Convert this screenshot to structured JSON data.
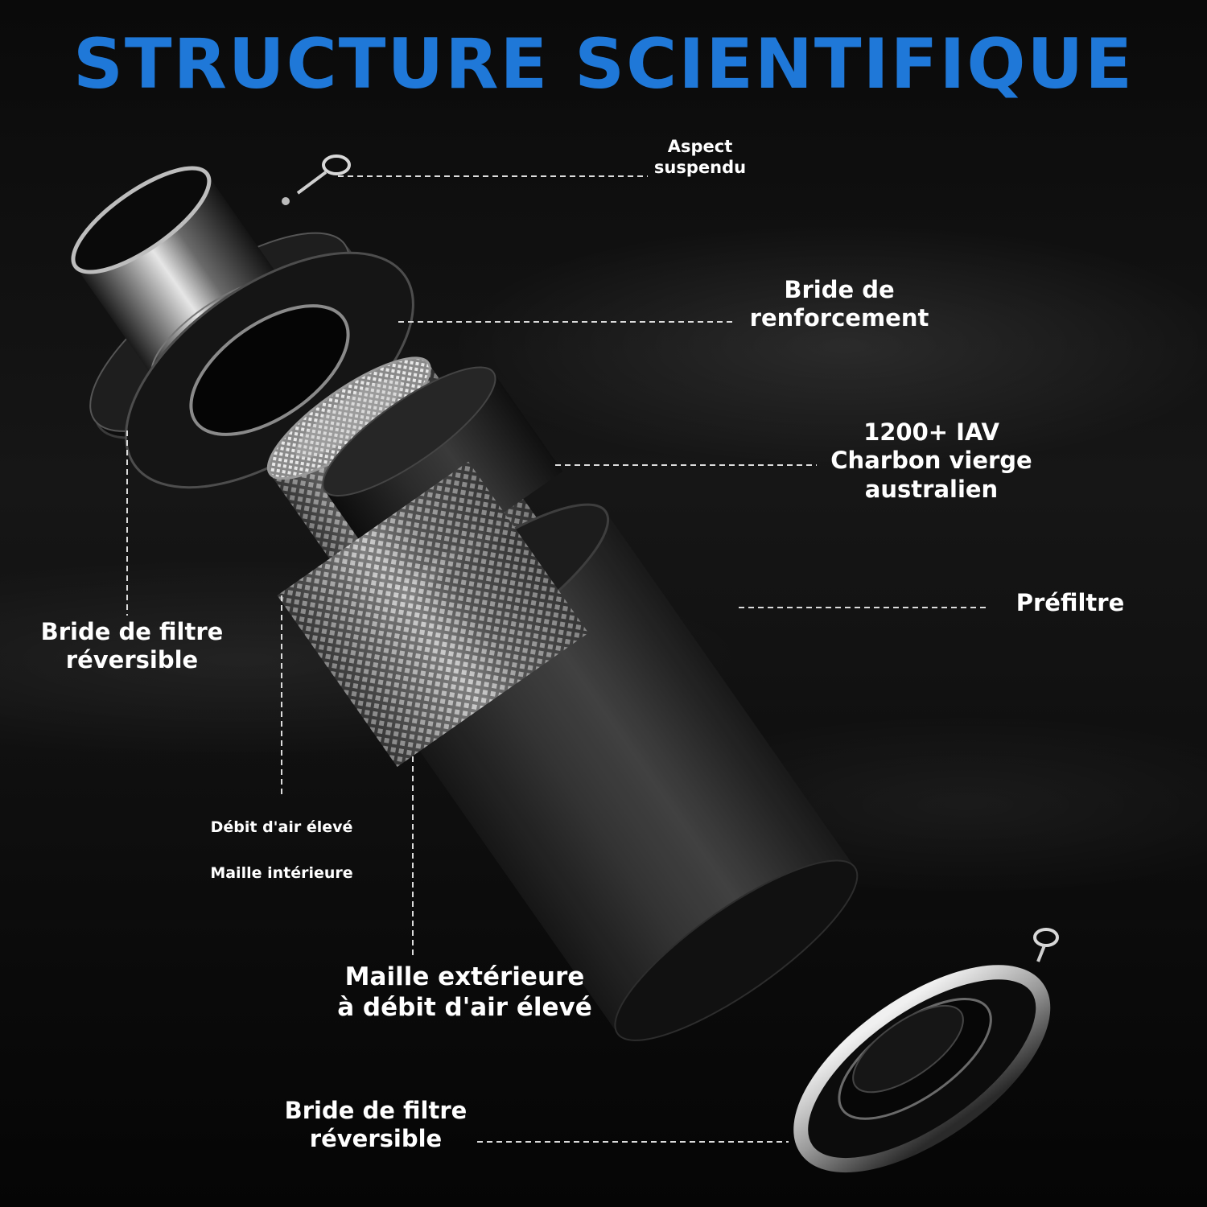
{
  "title": "STRUCTURE SCIENTIFIQUE",
  "colors": {
    "title": "#1f78d8",
    "text": "#ffffff",
    "background": "#0b0b0b"
  },
  "labels": {
    "hanging": {
      "line1": "Aspect",
      "line2": "suspendu"
    },
    "reinforcement": {
      "line1": "Bride de",
      "line2": "renforcement"
    },
    "carbon": {
      "line1": "1200+ IAV",
      "line2": "Charbon vierge",
      "line3": "australien"
    },
    "prefilter": {
      "line1": "Préfiltre"
    },
    "flange_left": {
      "line1": "Bride de filtre",
      "line2": "réversible"
    },
    "inner_mesh": {
      "line1": "Débit d'air élevé",
      "line2": "Maille intérieure"
    },
    "outer_mesh": {
      "line1": "Maille extérieure",
      "line2": "à débit d'air élevé"
    },
    "flange_bottom": {
      "line1": "Bride de filtre",
      "line2": "réversible"
    }
  }
}
